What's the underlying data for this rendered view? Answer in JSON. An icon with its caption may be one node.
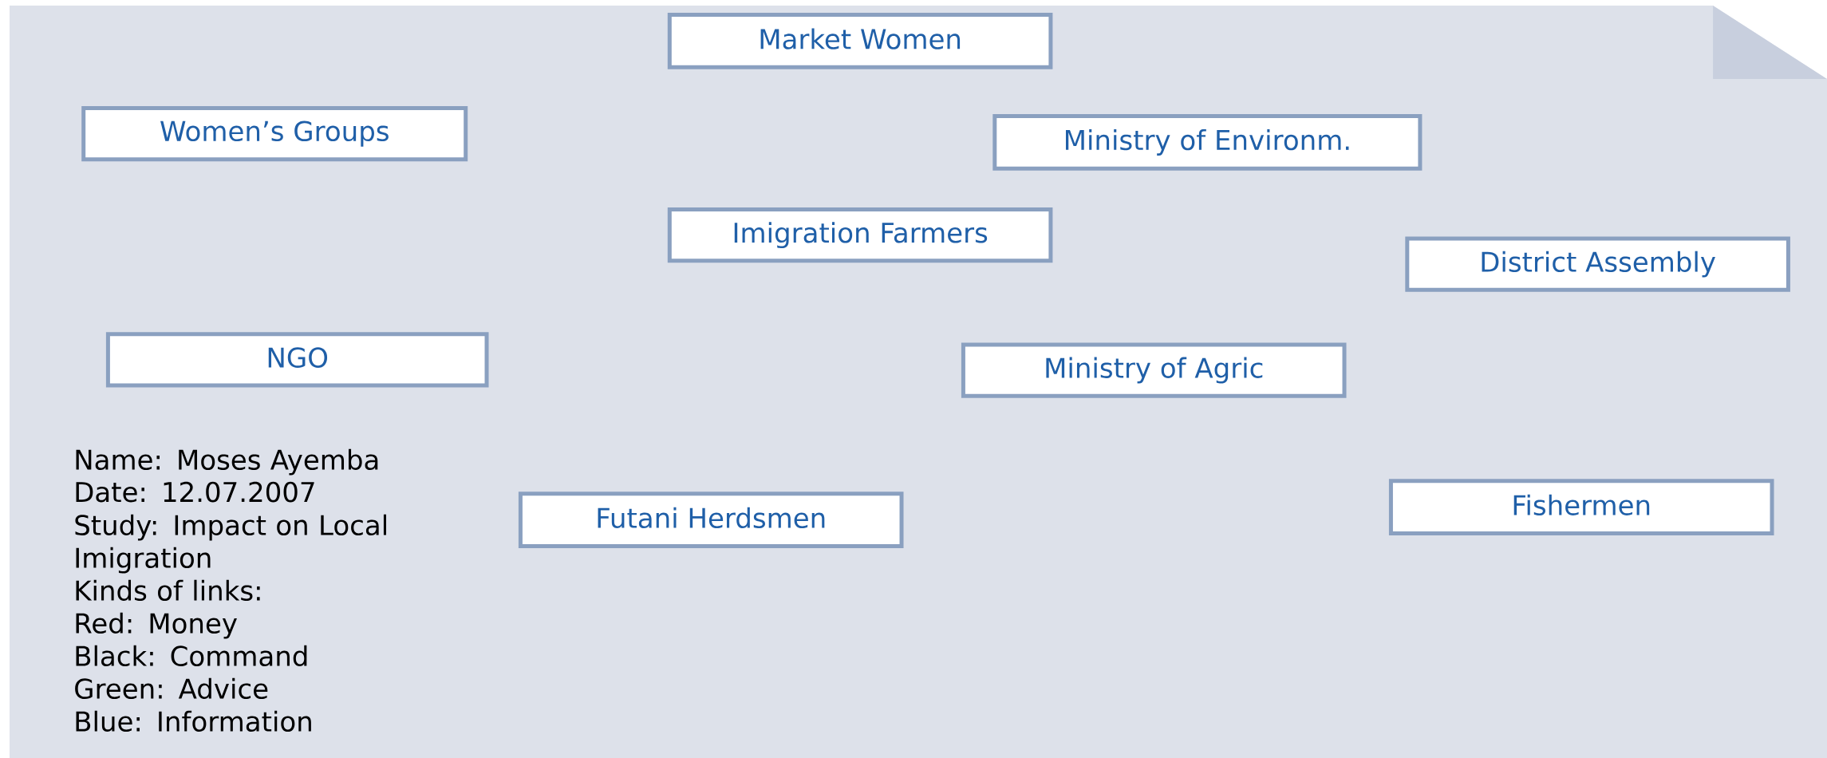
{
  "diagram": {
    "nodes": [
      {
        "text": [
          "Market Women"
        ]
      },
      {
        "text": [
          "Women’s Groups"
        ]
      },
      {
        "text": [
          "Ministry of Environm."
        ]
      },
      {
        "text": [
          "Imigration Farmers"
        ]
      },
      {
        "text": [
          "District Assembly"
        ]
      },
      {
        "text": [
          "NGO"
        ]
      },
      {
        "text": [
          "Ministry of Agric"
        ]
      },
      {
        "text": [
          "Futani Herdsmen"
        ]
      },
      {
        "text": [
          "Fishermen"
        ]
      }
    ],
    "edges": [],
    "labels": [
      "Name: Moses Ayemba",
      "Date: 12.07.2007",
      "Study: Impact on Local Imigration",
      "Kinds of links:",
      "Red: Money",
      "Black: Command",
      "Green: Advice",
      "Blue: Information"
    ]
  }
}
